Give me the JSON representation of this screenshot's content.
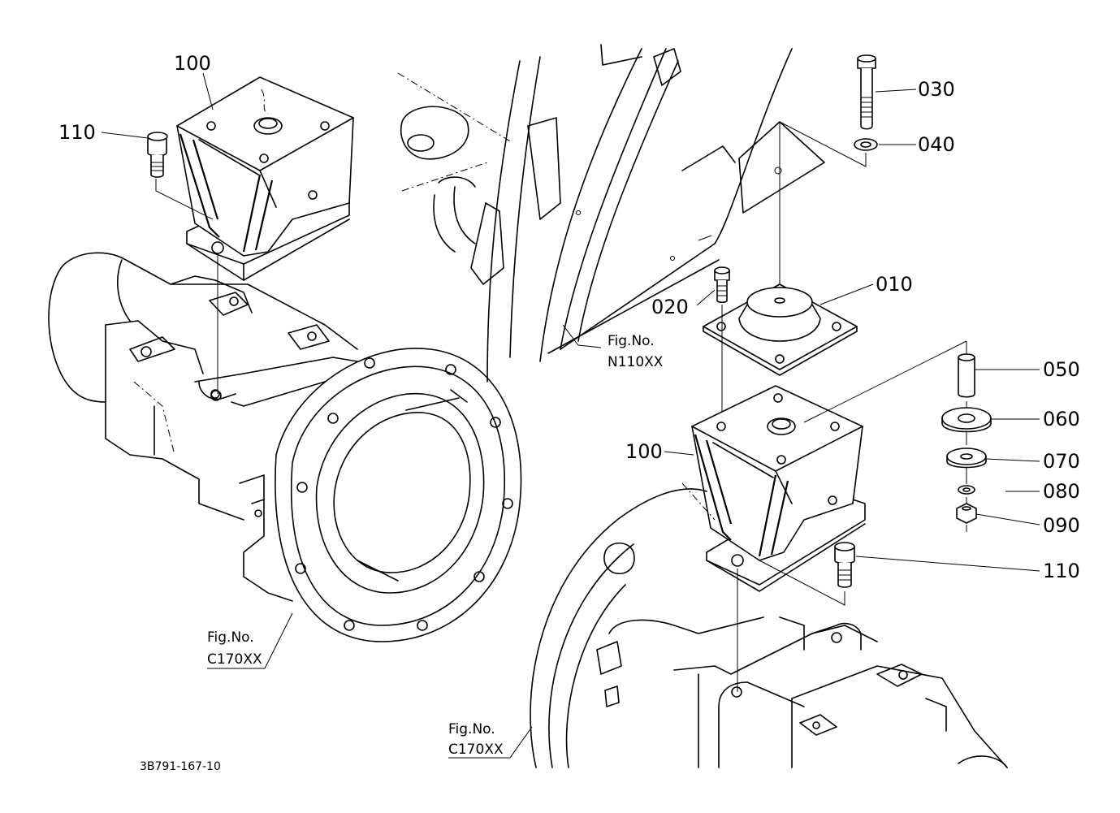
{
  "callouts": {
    "p010": "010",
    "p020": "020",
    "p030": "030",
    "p040": "040",
    "p050": "050",
    "p060": "060",
    "p070": "070",
    "p080": "080",
    "p090": "090",
    "p100_left": "100",
    "p100_right": "100",
    "p110_left": "110",
    "p110_right": "110"
  },
  "figure_refs": {
    "n110": {
      "line1": "Fig.No.",
      "line2": "N110XX"
    },
    "c170_left": {
      "line1": "Fig.No.",
      "line2": "C170XX"
    },
    "c170_bottom": {
      "line1": "Fig.No.",
      "line2": "C170XX"
    }
  },
  "drawing_code": "3B791-167-10"
}
